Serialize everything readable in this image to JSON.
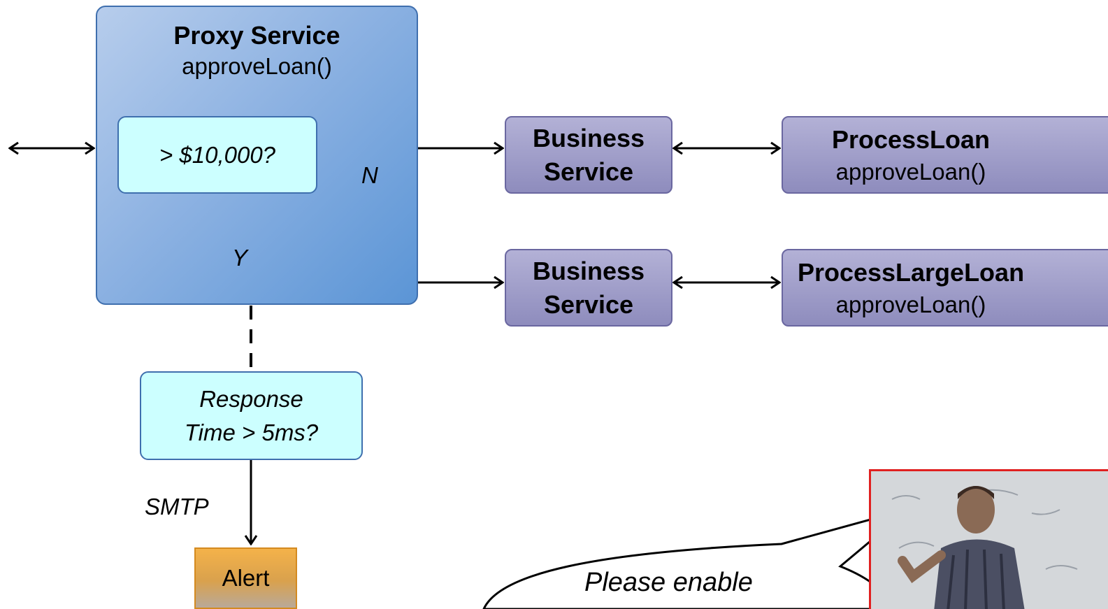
{
  "proxy": {
    "title": "Proxy Service",
    "method": "approveLoan()",
    "decision": "> $10,000?"
  },
  "labels": {
    "no": "N",
    "yes": "Y",
    "smtp": "SMTP"
  },
  "business_services": [
    {
      "line1": "Business",
      "line2": "Service"
    },
    {
      "line1": "Business",
      "line2": "Service"
    }
  ],
  "backends": [
    {
      "name": "ProcessLoan",
      "method": "approveLoan()"
    },
    {
      "name": "ProcessLargeLoan",
      "method": "approveLoan()"
    }
  ],
  "response_check": {
    "line1": "Response",
    "line2": "Time > 5ms?"
  },
  "alert": "Alert",
  "bubble": "Please enable",
  "colors": {
    "proxy_fill": "#8db2e2",
    "decision_fill": "#ccffff",
    "service_fill": "#9d9bc8",
    "alert_fill": "#f4b24a",
    "video_border": "#e02020"
  }
}
